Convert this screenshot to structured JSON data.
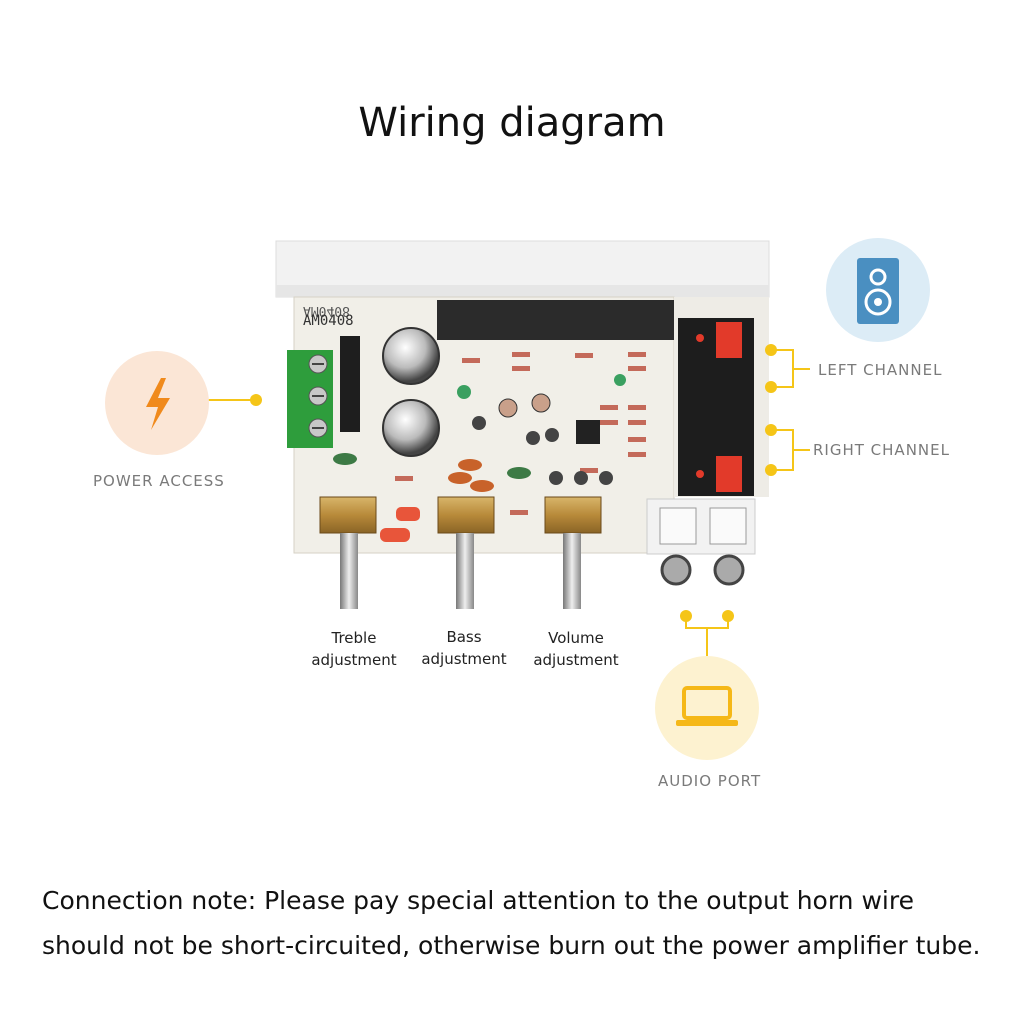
{
  "title": "Wiring diagram",
  "board": {
    "model_text": "AM0408",
    "model_text_mirrored": "AM0408"
  },
  "controls": [
    {
      "line1": "Treble",
      "line2": "adjustment"
    },
    {
      "line1": "Bass",
      "line2": "adjustment"
    },
    {
      "line1": "Volume",
      "line2": "adjustment"
    }
  ],
  "labels": {
    "power": "POWER ACCESS",
    "left": "LEFT CHANNEL",
    "right": "RIGHT CHANNEL",
    "audio": "AUDIO PORT"
  },
  "note": {
    "line1": "Connection note: Please pay special attention to the output horn wire",
    "line2": "should not be short-circuited, otherwise burn out the power amplifier tube."
  },
  "colors": {
    "accent": "#f5c518",
    "power_icon": "#f08a1c",
    "speaker_icon": "#4a8fc1",
    "audio_icon": "#f5b818"
  }
}
